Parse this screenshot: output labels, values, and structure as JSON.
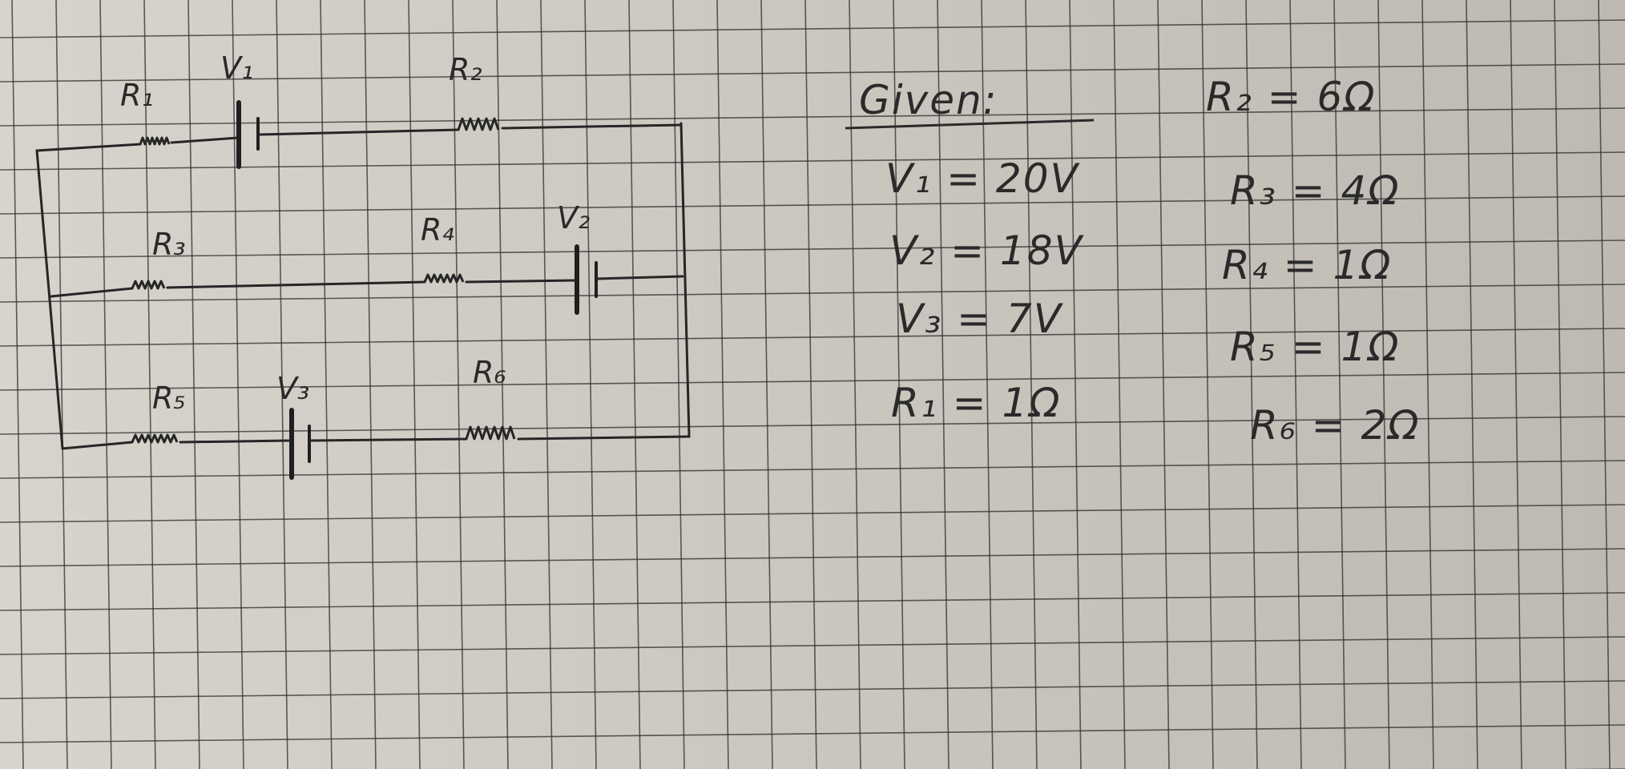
{
  "circuit": {
    "labels": {
      "R1": "R₁",
      "V1": "V₁",
      "R2": "R₂",
      "R3": "R₃",
      "R4": "R₄",
      "V2": "V₂",
      "R5": "R₅",
      "V3": "V₃",
      "R6": "R₆"
    }
  },
  "given": {
    "heading": "Given:",
    "col1": [
      "V₁ = 20V",
      "V₂ = 18V",
      "V₃ = 7V",
      "R₁ = 1Ω"
    ],
    "col2": [
      "R₂ = 6Ω",
      "R₃ = 4Ω",
      "R₄ = 1Ω",
      "R₅ = 1Ω",
      "R₆ = 2Ω"
    ]
  }
}
